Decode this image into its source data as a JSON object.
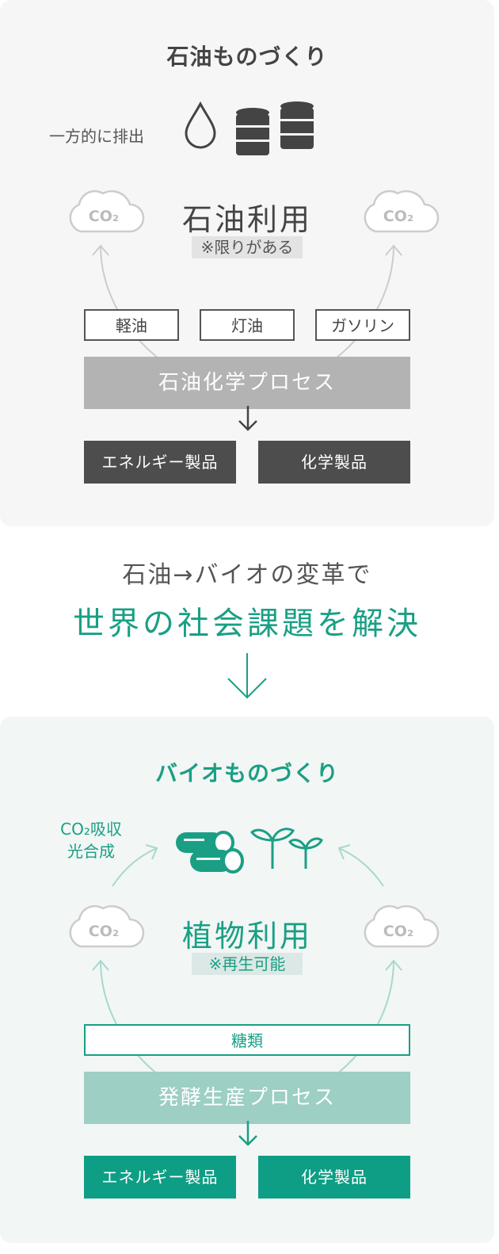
{
  "colors": {
    "panel_oil": "#f6f6f6",
    "panel_bio": "#f2f6f5",
    "dark_text": "#444444",
    "accent": "#1a9f84",
    "oil_process": "#b3b3b3",
    "oil_product": "#4d4d4d",
    "bio_process": "#9dcfc4",
    "bio_product": "#0e9e85",
    "cloud_stroke": "#cccccc",
    "note_bg_oil": "#e3e3e3",
    "note_bg_bio": "#dbe8e5"
  },
  "oil": {
    "title": "石油ものづくり",
    "emission_label": "一方的に排出",
    "icons": [
      "oil-drop-icon",
      "oil-barrel-icon",
      "oil-barrel-icon"
    ],
    "center_title": "石油利用",
    "note": "※限りがある",
    "cloud_label": "CO₂",
    "fuels": [
      "軽油",
      "灯油",
      "ガソリン"
    ],
    "process": "石油化学プロセス",
    "products": [
      "エネルギー製品",
      "化学製品"
    ]
  },
  "transition": {
    "line1": "石油→バイオの変革で",
    "line2": "世界の社会課題を解決"
  },
  "bio": {
    "title": "バイオものづくり",
    "absorption_label_1": "CO₂吸収",
    "absorption_label_2": "光合成",
    "icons": [
      "log-icon",
      "sprout-icon"
    ],
    "center_title": "植物利用",
    "note": "※再生可能",
    "cloud_label": "CO₂",
    "material": "糖類",
    "process": "発酵生産プロセス",
    "products": [
      "エネルギー製品",
      "化学製品"
    ]
  }
}
